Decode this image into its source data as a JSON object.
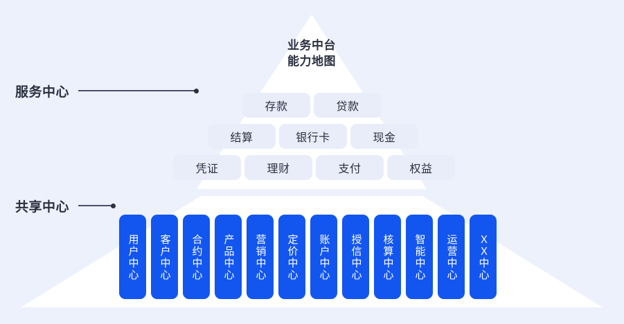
{
  "colors": {
    "background": "#edf1fc",
    "pyramid_fill": "#ffffff",
    "pill_bg": "#e9edfa",
    "card_blue": "#1356ef",
    "text_dark": "#2b3040",
    "card_text": "#ffffff",
    "leader_line": "#4a5066"
  },
  "title": {
    "line1": "业务中台",
    "line2": "能力地图",
    "full": "业务中台\n能力地图"
  },
  "annotations": [
    {
      "name": "service-center",
      "label": "服务中心"
    },
    {
      "name": "shared-center",
      "label": "共享中心"
    }
  ],
  "service_center": {
    "label": "服务中心",
    "rows": [
      {
        "items": [
          "存款",
          "贷款"
        ]
      },
      {
        "items": [
          "结算",
          "银行卡",
          "现金"
        ]
      },
      {
        "items": [
          "凭证",
          "理财",
          "支付",
          "权益"
        ]
      }
    ]
  },
  "shared_center": {
    "label": "共享中心",
    "cards": [
      {
        "label": "用户中心"
      },
      {
        "label": "客户中心"
      },
      {
        "label": "合约中心"
      },
      {
        "label": "产品中心"
      },
      {
        "label": "营销中心"
      },
      {
        "label": "定价中心"
      },
      {
        "label": "账户中心"
      },
      {
        "label": "授信中心"
      },
      {
        "label": "核算中心"
      },
      {
        "label": "智能中心"
      },
      {
        "label": "运营中心"
      },
      {
        "label": "ＸＸ中心"
      }
    ]
  }
}
